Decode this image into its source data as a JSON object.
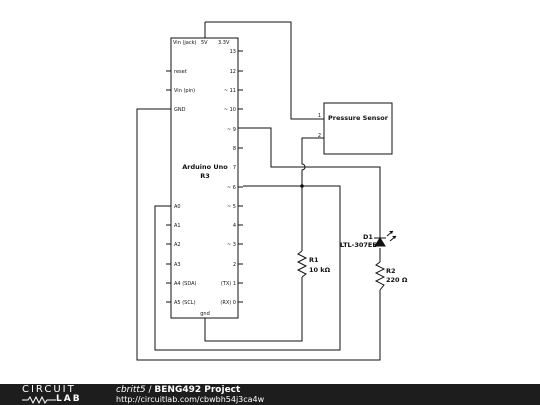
{
  "arduino": {
    "name": "Arduino Uno",
    "rev": "R3",
    "top": {
      "vin_jack": "Vin (jack)",
      "v5": "5V",
      "v33": "3.3V"
    },
    "left": {
      "reset": "reset",
      "vin_pin": "Vin (pin)",
      "gnd": "GND",
      "a0": "A0",
      "a1": "A1",
      "a2": "A2",
      "a3": "A3",
      "a4": "A4 (SDA)",
      "a5": "A5 (SCL)"
    },
    "right": {
      "d13": "13",
      "d12": "12",
      "d11": "~ 11",
      "d10": "~ 10",
      "d9": "~ 9",
      "d8": "8",
      "d7": "7",
      "d6": "~ 6",
      "d5": "~ 5",
      "d4": "4",
      "d3": "~ 3",
      "d2": "2",
      "d1": "(TX) 1",
      "d0": "(RX) 0"
    },
    "bottom": {
      "gnd": "gnd"
    }
  },
  "sensor": {
    "name": "Pressure Sensor",
    "pin1": "1",
    "pin2": "2"
  },
  "r1": {
    "ref": "R1",
    "value": "10 kΩ"
  },
  "r2": {
    "ref": "R2",
    "value": "220 Ω"
  },
  "d1": {
    "ref": "D1",
    "value": "LTL-307EE"
  },
  "footer": {
    "logo_top": "CIRCUIT",
    "logo_bottom": "LAB",
    "author": "cbritt5",
    "separator": " / ",
    "title": "BENG492 Project",
    "url": "http://circuitlab.com/cbwbh54j3ca4w"
  }
}
